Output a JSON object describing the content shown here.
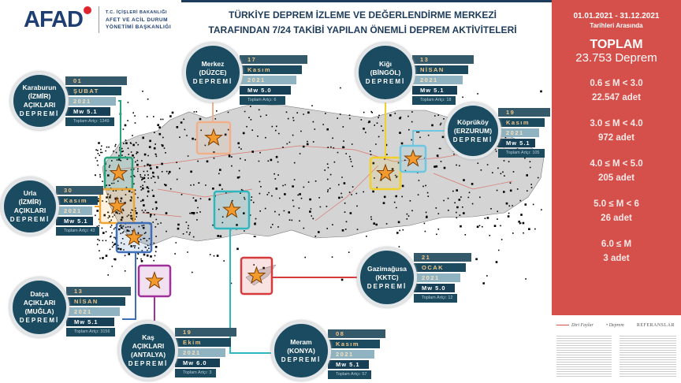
{
  "header": {
    "logo_text": "AFAD",
    "org_lines": [
      "T.C. İÇİŞLERİ BAKANLIĞI",
      "AFET VE ACİL DURUM",
      "YÖNETİMİ BAŞKANLIĞI"
    ],
    "title_line1": "TÜRKİYE DEPREM İZLEME VE DEĞERLENDİRME MERKEZİ",
    "title_line2": "TARAFINDAN 7/24 TAKİBİ YAPILAN ÖNEMLİ DEPREM AKTİVİTELERİ"
  },
  "summary": {
    "date_range": "01.01.2021 - 31.12.2021",
    "date_caption": "Tarihleri Arasında",
    "total_label": "TOPLAM",
    "total_value": "23.753 Deprem",
    "ranges": [
      {
        "range": "0.6 ≤ M < 3.0",
        "count": "22.547 adet"
      },
      {
        "range": "3.0 ≤ M < 4.0",
        "count": "972 adet"
      },
      {
        "range": "4.0 ≤ M < 5.0",
        "count": "205 adet"
      },
      {
        "range": "5.0 ≤ M < 6",
        "count": "26 adet"
      },
      {
        "range": "6.0 ≤ M",
        "count": "3 adet"
      }
    ],
    "color": "#d5504b"
  },
  "legend": {
    "faults": "Diri Faylar",
    "quake": "Deprem",
    "references": "REFERANSLAR"
  },
  "events": [
    {
      "lines": [
        "Karaburun",
        "(İZMİR)",
        "AÇIKLARI"
      ],
      "dep": "DEPREMİ",
      "day": "01",
      "month": "ŞUBAT",
      "year": "2021",
      "mw": "Mw 5.1",
      "aftershocks": "Toplam Artçı: 1349",
      "color": "#2aa37f"
    },
    {
      "lines": [
        "Merkez",
        "(DÜZCE)"
      ],
      "dep": "DEPREMİ",
      "day": "17",
      "month": "Kasım",
      "year": "2021",
      "mw": "Mw 5.0",
      "aftershocks": "Toplam Artçı: 6",
      "color": "#f0b089"
    },
    {
      "lines": [
        "Kiğı",
        "(BİNGÖL)"
      ],
      "dep": "DEPREMİ",
      "day": "13",
      "month": "NİSAN",
      "year": "2021",
      "mw": "Mw 5.1",
      "aftershocks": "Toplam Artçı: 18",
      "color": "#f2d02a"
    },
    {
      "lines": [
        "Köprüköy",
        "(ERZURUM)"
      ],
      "dep": "DEPREMİ",
      "day": "19",
      "month": "Kasım",
      "year": "2021",
      "mw": "Mw 5.1",
      "aftershocks": "Toplam Artçı: 105",
      "color": "#6ec6e0"
    },
    {
      "lines": [
        "Urla",
        "(İZMİR)",
        "AÇIKLARI"
      ],
      "dep": "DEPREMİ",
      "day": "30",
      "month": "Kasım",
      "year": "2021",
      "mw": "Mw 5.1",
      "aftershocks": "Toplam Artçı: 43",
      "color": "#f0a431"
    },
    {
      "lines": [
        "Datça",
        "AÇIKLARI",
        "(MUĞLA)"
      ],
      "dep": "DEPREMİ",
      "day": "13",
      "month": "NİSAN",
      "year": "2021",
      "mw": "Mw 5.1",
      "aftershocks": "Toplam Artçı: 3156",
      "color": "#3f6fb8"
    },
    {
      "lines": [
        "Kaş",
        "AÇIKLARI",
        "(ANTALYA)"
      ],
      "dep": "DEPREMİ",
      "day": "19",
      "month": "Ekim",
      "year": "2021",
      "mw": "Mw 6.0",
      "aftershocks": "Toplam Artçı: 3",
      "color": "#a0309a"
    },
    {
      "lines": [
        "Meram",
        "(KONYA)"
      ],
      "dep": "DEPREMİ",
      "day": "08",
      "month": "Kasım",
      "year": "2021",
      "mw": "Mw 5.1",
      "aftershocks": "Toplam Artçı: 57",
      "color": "#2fb7c0"
    },
    {
      "lines": [
        "Gazimağusa",
        "(KKTC)"
      ],
      "dep": "DEPREMİ",
      "day": "21",
      "month": "OCAK",
      "year": "2021",
      "mw": "Mw 5.0",
      "aftershocks": "Toplam Artçı: 12",
      "color": "#d63a3a"
    }
  ]
}
